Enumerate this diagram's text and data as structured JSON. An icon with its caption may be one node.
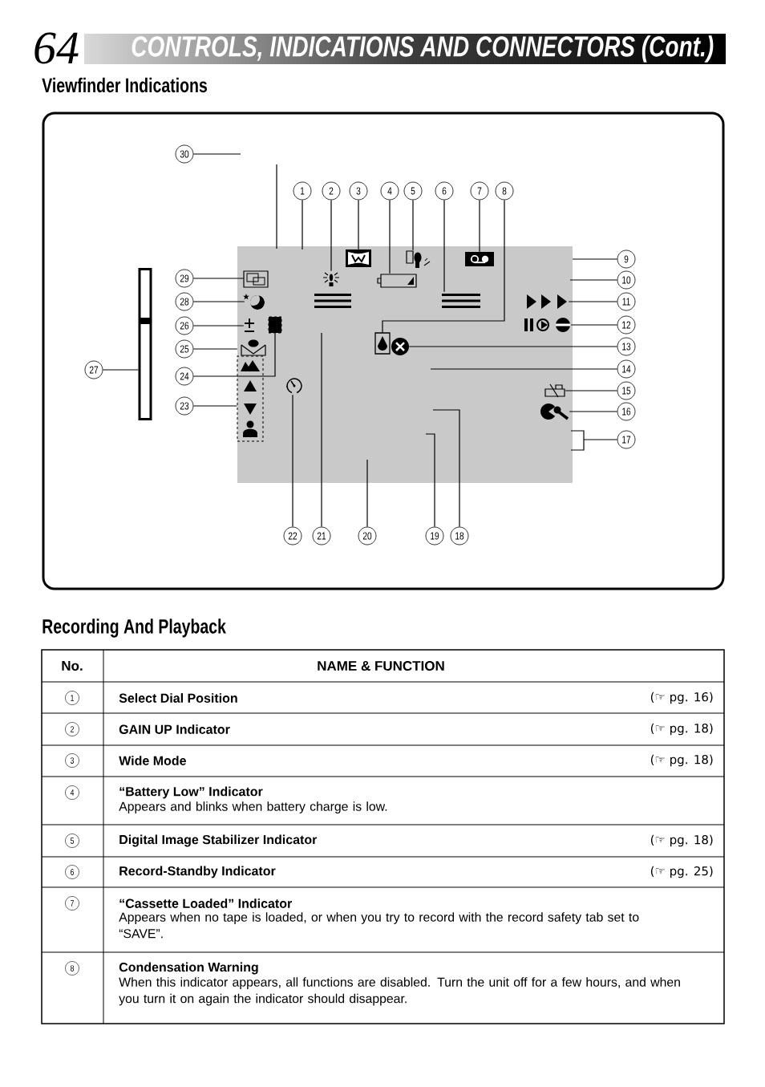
{
  "diagram": {
    "title": "CONTROLS, INDICATIONS AND CONNECTORS (Cont.)",
    "nodes": [
      {
        "text": [
          "1"
        ]
      },
      {
        "text": [
          "2"
        ]
      },
      {
        "text": [
          "3"
        ]
      },
      {
        "text": [
          "4"
        ]
      },
      {
        "text": [
          "5"
        ]
      },
      {
        "text": [
          "6"
        ]
      },
      {
        "text": [
          "7"
        ]
      },
      {
        "text": [
          "8"
        ]
      },
      {
        "text": [
          "9"
        ]
      },
      {
        "text": [
          "10"
        ]
      },
      {
        "text": [
          "11"
        ]
      },
      {
        "text": [
          "12"
        ]
      },
      {
        "text": [
          "13"
        ]
      },
      {
        "text": [
          "14"
        ]
      },
      {
        "text": [
          "15"
        ]
      },
      {
        "text": [
          "16"
        ]
      },
      {
        "text": [
          "17"
        ]
      },
      {
        "text": [
          "18"
        ]
      },
      {
        "text": [
          "19"
        ]
      },
      {
        "text": [
          "20"
        ]
      },
      {
        "text": [
          "21"
        ]
      },
      {
        "text": [
          "22"
        ]
      },
      {
        "text": [
          "23"
        ]
      },
      {
        "text": [
          "24"
        ]
      },
      {
        "text": [
          "25"
        ]
      },
      {
        "text": [
          "26"
        ]
      },
      {
        "text": [
          "27"
        ]
      },
      {
        "text": [
          "28"
        ]
      },
      {
        "text": [
          "29"
        ]
      },
      {
        "text": [
          "30"
        ]
      },
      {
        "text": [],
        "shape": "icon"
      },
      {
        "text": [],
        "shape": "icon"
      },
      {
        "text": [],
        "shape": "icon"
      },
      {
        "text": [],
        "shape": "icon"
      },
      {
        "text": [],
        "shape": "icon"
      },
      {
        "text": [],
        "shape": "icon"
      },
      {
        "text": [],
        "shape": "icon"
      },
      {
        "text": [],
        "shape": "icon"
      },
      {
        "text": [],
        "shape": "icon"
      },
      {
        "text": [],
        "shape": "icon"
      },
      {
        "text": [],
        "shape": "icon"
      },
      {
        "text": [],
        "shape": "icon"
      },
      {
        "text": [],
        "shape": "icon"
      },
      {
        "text": [],
        "shape": "box"
      },
      {
        "text": [],
        "shape": "box"
      },
      {
        "text": [],
        "shape": "icon"
      },
      {
        "text": [],
        "shape": "icon"
      },
      {
        "text": [],
        "shape": "bar"
      },
      {
        "text": [],
        "shape": "icon"
      },
      {
        "text": [],
        "shape": "icon"
      }
    ],
    "edges": [
      {
        "from": 0,
        "to": null,
        "arrow": "none"
      },
      {
        "from": 1,
        "to": 30,
        "arrow": "none"
      },
      {
        "from": 2,
        "to": 31,
        "arrow": "none"
      },
      {
        "from": 3,
        "to": 32,
        "arrow": "none"
      },
      {
        "from": 4,
        "to": 33,
        "arrow": "none"
      },
      {
        "from": 5,
        "to": 34,
        "arrow": "none"
      },
      {
        "from": 6,
        "to": 35,
        "arrow": "none"
      },
      {
        "from": 7,
        "to": 36,
        "arrow": "none"
      },
      {
        "from": 8,
        "to": null,
        "arrow": "none"
      },
      {
        "from": 9,
        "to": null,
        "arrow": "none"
      },
      {
        "from": 10,
        "to": 37,
        "arrow": "none"
      },
      {
        "from": 11,
        "to": 38,
        "arrow": "none"
      },
      {
        "from": 12,
        "to": 39,
        "arrow": "none"
      },
      {
        "from": 13,
        "to": null,
        "arrow": "none"
      },
      {
        "from": 14,
        "to": 40,
        "arrow": "none"
      },
      {
        "from": 15,
        "to": 41,
        "arrow": "none"
      },
      {
        "from": 16,
        "to": null,
        "arrow": "none"
      },
      {
        "from": 17,
        "to": null,
        "arrow": "none"
      },
      {
        "from": 18,
        "to": null,
        "arrow": "none"
      },
      {
        "from": 19,
        "to": null,
        "arrow": "none"
      },
      {
        "from": 20,
        "to": null,
        "arrow": "none"
      },
      {
        "from": 21,
        "to": 42,
        "arrow": "none"
      },
      {
        "from": 22,
        "to": 43,
        "arrow": "none"
      },
      {
        "from": 23,
        "to": 44,
        "arrow": "none"
      },
      {
        "from": 24,
        "to": 45,
        "arrow": "none"
      },
      {
        "from": 25,
        "to": 46,
        "arrow": "none"
      },
      {
        "from": 26,
        "to": 47,
        "arrow": "none"
      },
      {
        "from": 27,
        "to": 48,
        "arrow": "none"
      },
      {
        "from": 28,
        "to": 49,
        "arrow": "none"
      },
      {
        "from": 29,
        "to": null,
        "arrow": "none"
      }
    ],
    "labels": [
      "64",
      "Viewfinder Indications",
      "Recording And Playback",
      "No.",
      "NAME & FUNCTION",
      "1",
      "Select Dial Position",
      "(☞ pg. 16)",
      "2",
      "GAIN UP Indicator",
      "(☞ pg. 18)",
      "3",
      "Wide Mode",
      "(☞ pg. 18)",
      "4",
      "“Battery Low” Indicator",
      "Appears and blinks when battery charge is low.",
      "5",
      "Digital Image Stabilizer Indicator",
      "(☞ pg. 18)",
      "6",
      "Record-Standby Indicator",
      "(☞ pg. 25)",
      "7",
      "“Cassette Loaded” Indicator",
      "Appears when no tape is loaded, or when you try to record with the record safety tab set to “SAVE”.",
      "8",
      "Condensation Warning",
      "When this indicator appears, all functions are disabled. Turn the unit off for a few hours, and when you turn it on again the indicator should disappear."
    ]
  }
}
